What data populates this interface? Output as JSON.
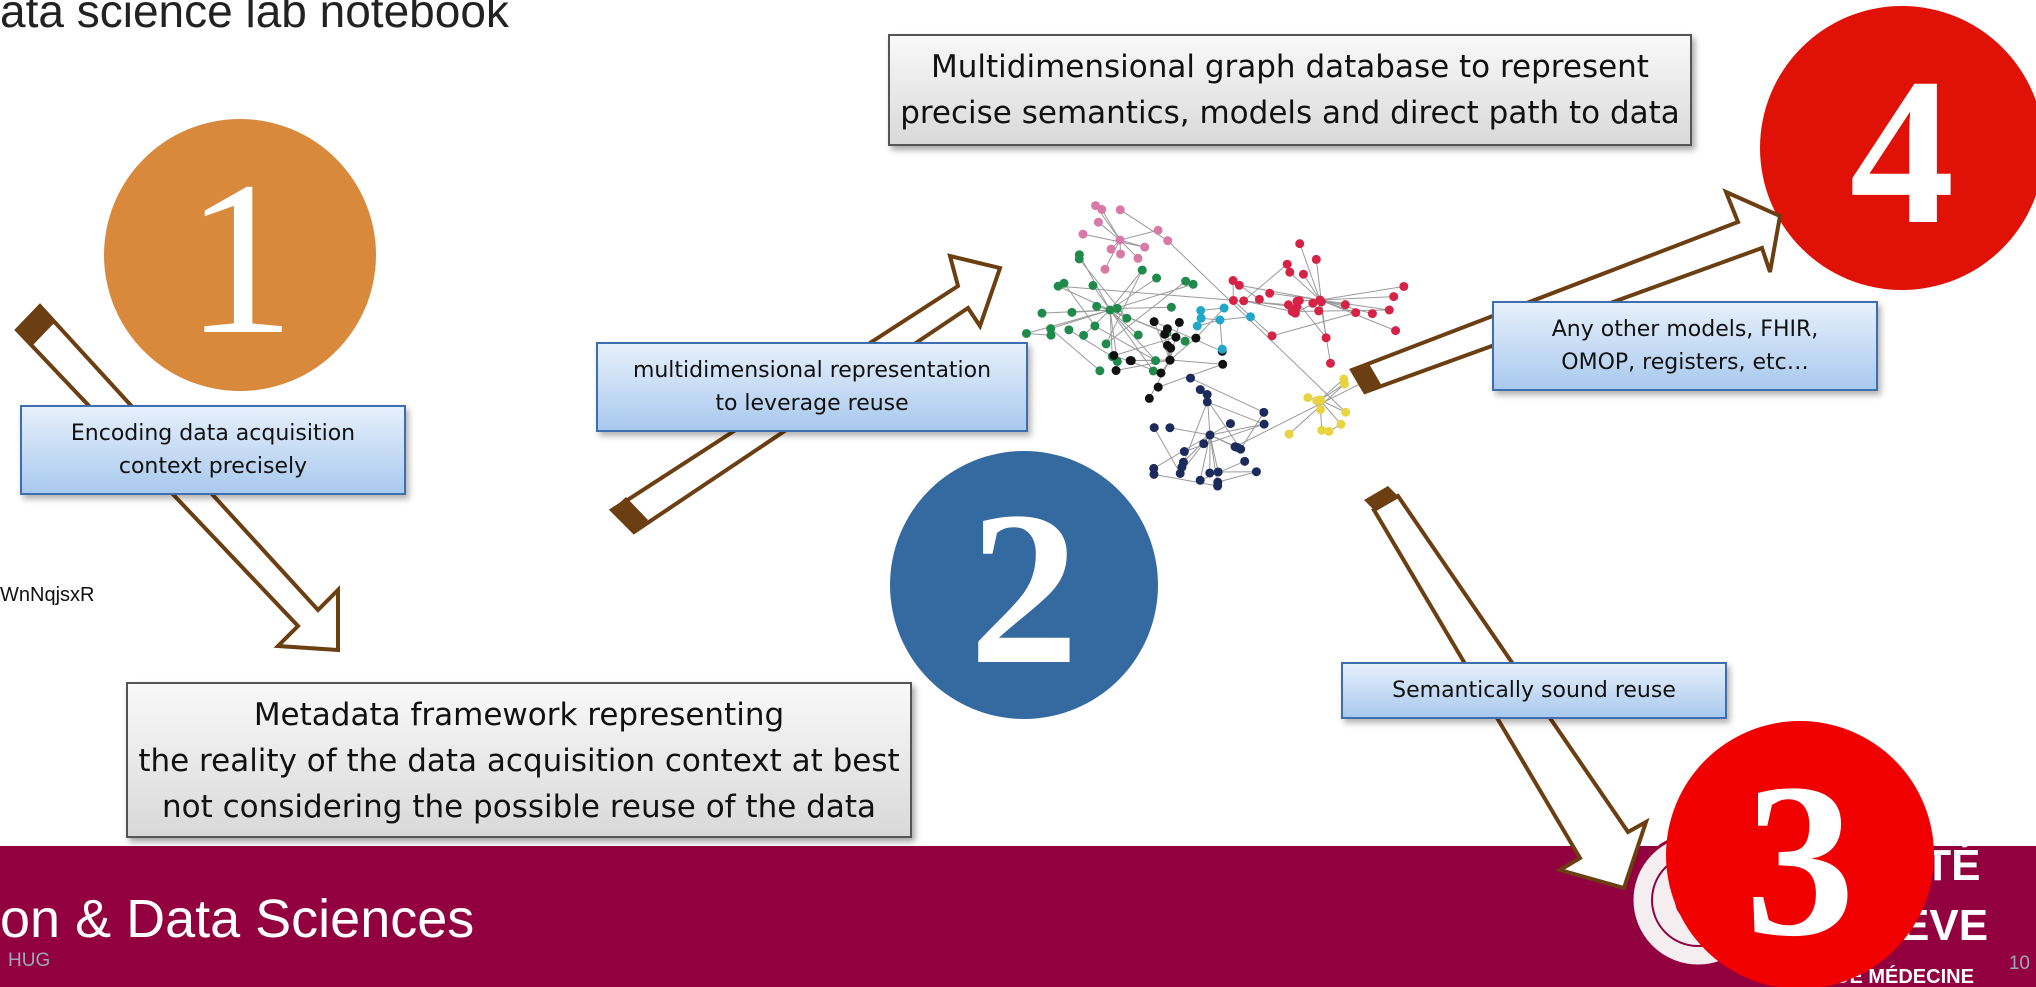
{
  "slide": {
    "title": "ata science lab notebook",
    "side_text": "WnNqjsxR",
    "footer_text": "on & Data Sciences",
    "footer_left": "HUG",
    "footer_right": "10",
    "logo_text_1": "ITÉ",
    "logo_text_2": "ÈVE",
    "logo_text_3": "DE MÉDECINE"
  },
  "boxes": {
    "graph_db": {
      "line1": "Multidimensional graph database to represent",
      "line2": "precise semantics, models and direct path to data"
    },
    "metadata": {
      "line1": "Metadata framework representing",
      "line2": "the reality of the data acquisition context at best",
      "line3": "not considering the possible reuse of the data"
    },
    "encoding": {
      "line1": "Encoding data acquisition",
      "line2": "context precisely"
    },
    "multidim": {
      "line1": "multidimensional representation",
      "line2": "to leverage reuse"
    },
    "other_models": {
      "line1": "Any other models, FHIR,",
      "line2": "OMOP, registers, etc…"
    },
    "semantic": {
      "line1": "Semantically sound reuse"
    }
  },
  "badges": [
    {
      "label": "1",
      "color": "#d8893b"
    },
    {
      "label": "2",
      "color": "#346aa0"
    },
    {
      "label": "3",
      "color": "#f00000"
    },
    {
      "label": "4",
      "color": "#e01208"
    }
  ],
  "colors": {
    "footer": "#92003f",
    "arrow_outline": "#6b3f12",
    "network": [
      "#1f8a4c",
      "#d62246",
      "#1d2a5c",
      "#e8d441",
      "#d97aa6",
      "#111111",
      "#22a7c9"
    ]
  }
}
